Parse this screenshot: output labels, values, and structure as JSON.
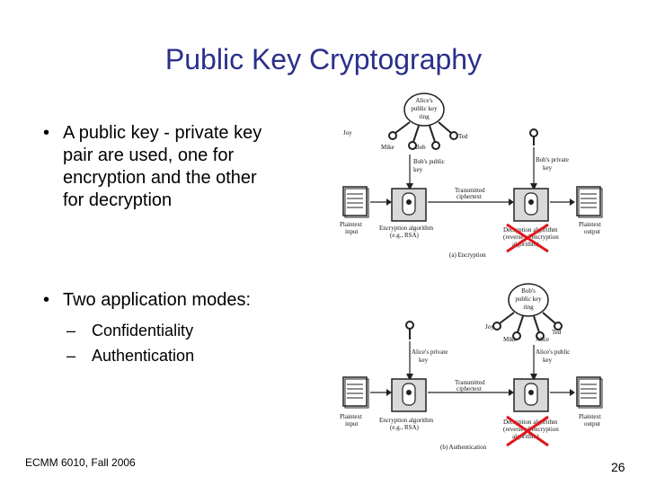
{
  "slide": {
    "title": "Public Key Cryptography",
    "bullets": [
      {
        "text": "A public key - private key pair are used, one for encryption and the other for decryption",
        "lines": [
          "A public key - private key",
          "pair are used, one for",
          "encryption and the other",
          "for decryption"
        ]
      },
      {
        "text": "Two application modes:"
      }
    ],
    "subbullets": [
      "Confidentiality",
      "Authentication"
    ],
    "footer": "ECMM 6010, Fall 2006",
    "page_number": "26"
  },
  "diagram_encryption": {
    "ring_label": [
      "Alice's",
      "public key",
      "ring"
    ],
    "names": [
      "Joy",
      "Ted",
      "Mike",
      "Bob"
    ],
    "key_left_label": [
      "Bob's public",
      "key"
    ],
    "key_right_label": [
      "Bob's private",
      "key"
    ],
    "transmitted": [
      "Transmitted",
      "ciphertext"
    ],
    "plaintext_in": [
      "Plaintext",
      "input"
    ],
    "plaintext_out": [
      "Plaintext",
      "output"
    ],
    "enc_alg": [
      "Encryption algorithm",
      "(e.g., RSA)"
    ],
    "dec_alg": [
      "Decryption algorithm",
      "(reverse of encryption",
      "algorithm)"
    ],
    "caption": "(a) Encryption"
  },
  "diagram_authentication": {
    "ring_label": [
      "Bob's",
      "public key",
      "ring"
    ],
    "names": [
      "Joy",
      "Ted",
      "Mike",
      "Alice"
    ],
    "key_left_label": [
      "Alice's private",
      "key"
    ],
    "key_right_label": [
      "Alice's public",
      "key"
    ],
    "transmitted": [
      "Transmitted",
      "ciphertext"
    ],
    "plaintext_in": [
      "Plaintext",
      "input"
    ],
    "plaintext_out": [
      "Plaintext",
      "output"
    ],
    "enc_alg": [
      "Encryption algorithm",
      "(e.g., RSA)"
    ],
    "dec_alg": [
      "Decryption algorithm",
      "(reverse of encryption",
      "algorithm)"
    ],
    "caption": "(b) Authentication"
  },
  "colors": {
    "title": "#2b2f8a",
    "cross": "#e0161b"
  }
}
